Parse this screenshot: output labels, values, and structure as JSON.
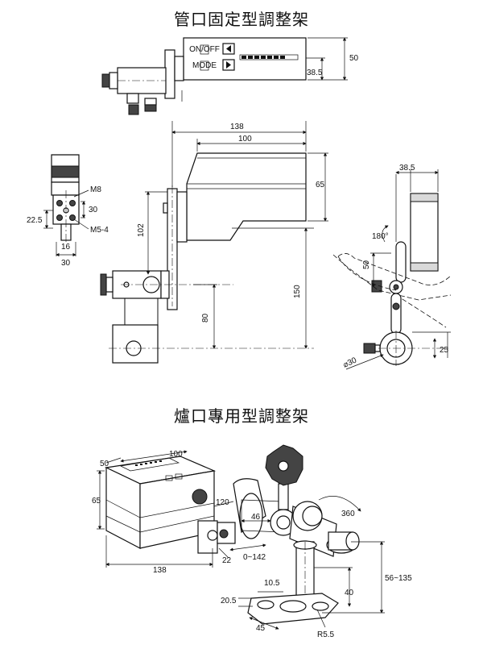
{
  "titles": {
    "top": "管口固定型調整架",
    "bottom": "爐口專用型調整架"
  },
  "panel_labels": [
    "ON/OFF",
    "MODE"
  ],
  "dims_top": {
    "d50": "50",
    "d38_5a": "38.5",
    "d138": "138",
    "d100": "100",
    "d65": "65",
    "d102": "102",
    "d150": "150",
    "d80": "80",
    "m8": "M8",
    "d30a": "30",
    "d22_5": "22.5",
    "m5_4": "M5-4",
    "d16": "16",
    "d30b": "30",
    "d38_5b": "38.5",
    "d180": "180°",
    "d50b": "50",
    "d25": "25",
    "phi30": "⌀30"
  },
  "dims_bottom": {
    "d50": "50",
    "d100": "100",
    "d65": "65",
    "d120": "120",
    "d46": "46",
    "d0_142": "0~142",
    "d22": "22",
    "d138": "138",
    "d360": "360",
    "d56_135": "56~135",
    "d40": "40",
    "d10_5": "10.5",
    "d20_5": "20.5",
    "d45": "45",
    "r5_5": "R5.5"
  }
}
